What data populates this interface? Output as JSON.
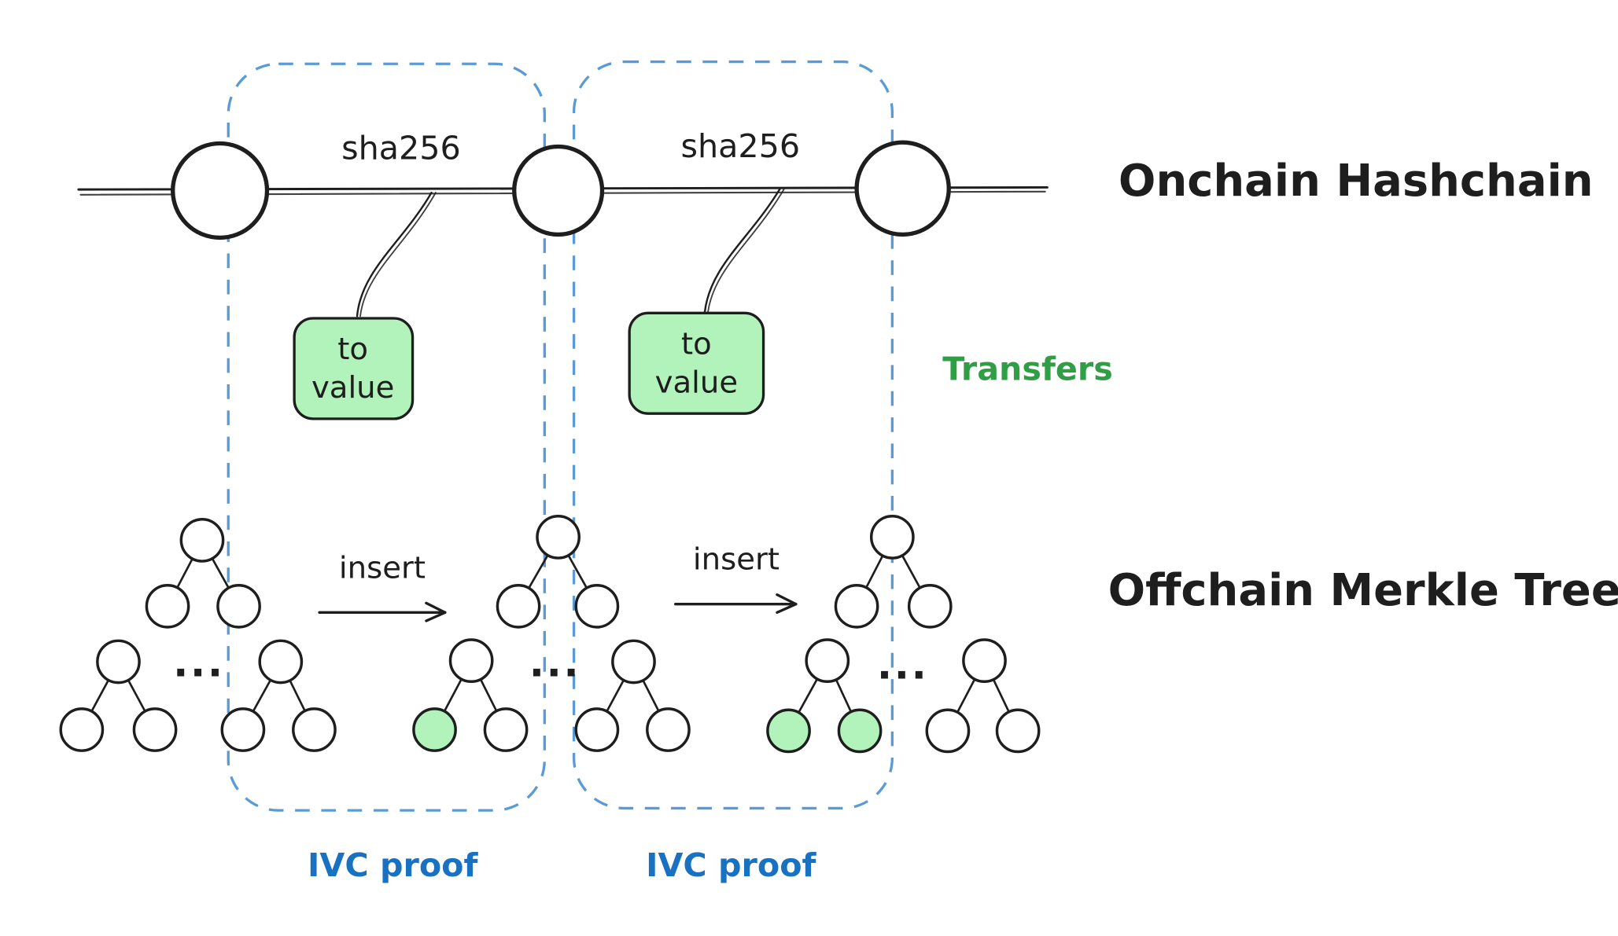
{
  "diagram": {
    "title_onchain": "Onchain Hashchain",
    "title_offchain": "Offchain Merkle Tree",
    "hashchain": {
      "edge_labels": [
        "sha256",
        "sha256"
      ],
      "value_boxes": [
        {
          "line1": "to",
          "line2": "value"
        },
        {
          "line1": "to",
          "line2": "value"
        }
      ],
      "transfers_label": "Transfers"
    },
    "merkle": {
      "insert_labels": [
        "insert",
        "insert"
      ],
      "ellipsis": "..."
    },
    "proofs": {
      "labels": [
        "IVC proof",
        "IVC proof"
      ]
    },
    "colors": {
      "background": "#ffffff",
      "stroke_black": "#1e1e1e",
      "green_fill": "#b2f2bb",
      "green_text": "#2f9e44",
      "dashed_border_blue": "#5b9bd5",
      "proof_text_blue": "#1971c2"
    }
  }
}
